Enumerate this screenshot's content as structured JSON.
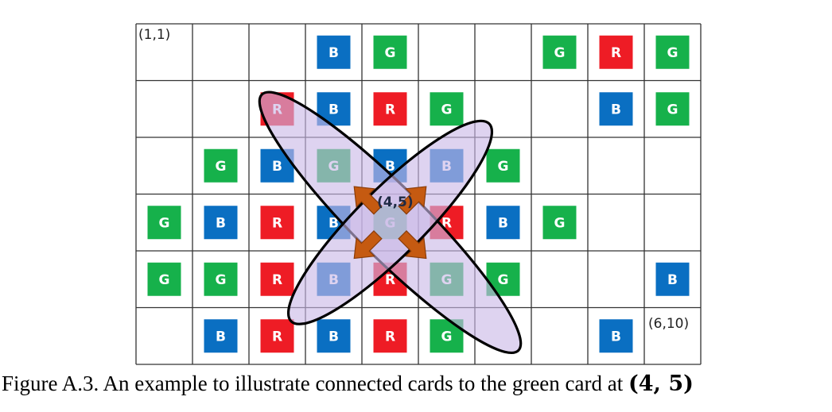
{
  "grid": {
    "rows": 6,
    "cols": 10,
    "corner_top_left": "(1,1)",
    "corner_bottom_right": "(6,10)",
    "center_label": "(4,5)",
    "colors": {
      "R": "#ee1c25",
      "G": "#16b14b",
      "B": "#0a6fc2"
    },
    "cards": [
      [
        "",
        "",
        "",
        "B",
        "G",
        "",
        "",
        "G",
        "R",
        "G"
      ],
      [
        "",
        "",
        "R",
        "B",
        "R",
        "G",
        "",
        "",
        "B",
        "G"
      ],
      [
        "",
        "G",
        "B",
        "G",
        "B",
        "B",
        "G",
        "",
        "",
        ""
      ],
      [
        "G",
        "B",
        "R",
        "B",
        "G",
        "R",
        "B",
        "G",
        "",
        ""
      ],
      [
        "G",
        "G",
        "R",
        "B",
        "R",
        "G",
        "G",
        "",
        "",
        "B"
      ],
      [
        "",
        "B",
        "R",
        "B",
        "R",
        "G",
        "",
        "",
        "B",
        ""
      ]
    ]
  },
  "highlight": {
    "center": [
      4,
      5
    ],
    "ellipse_fill": "#c9b8e6",
    "arrow_color": "#c55a11",
    "arrow_icons": [
      "arrow-up-left-icon",
      "arrow-up-right-icon",
      "arrow-down-left-icon",
      "arrow-down-right-icon"
    ]
  },
  "caption": {
    "text": "Figure A.3. An example to illustrate connected cards to the green card at ",
    "math": "(4, 5)"
  }
}
